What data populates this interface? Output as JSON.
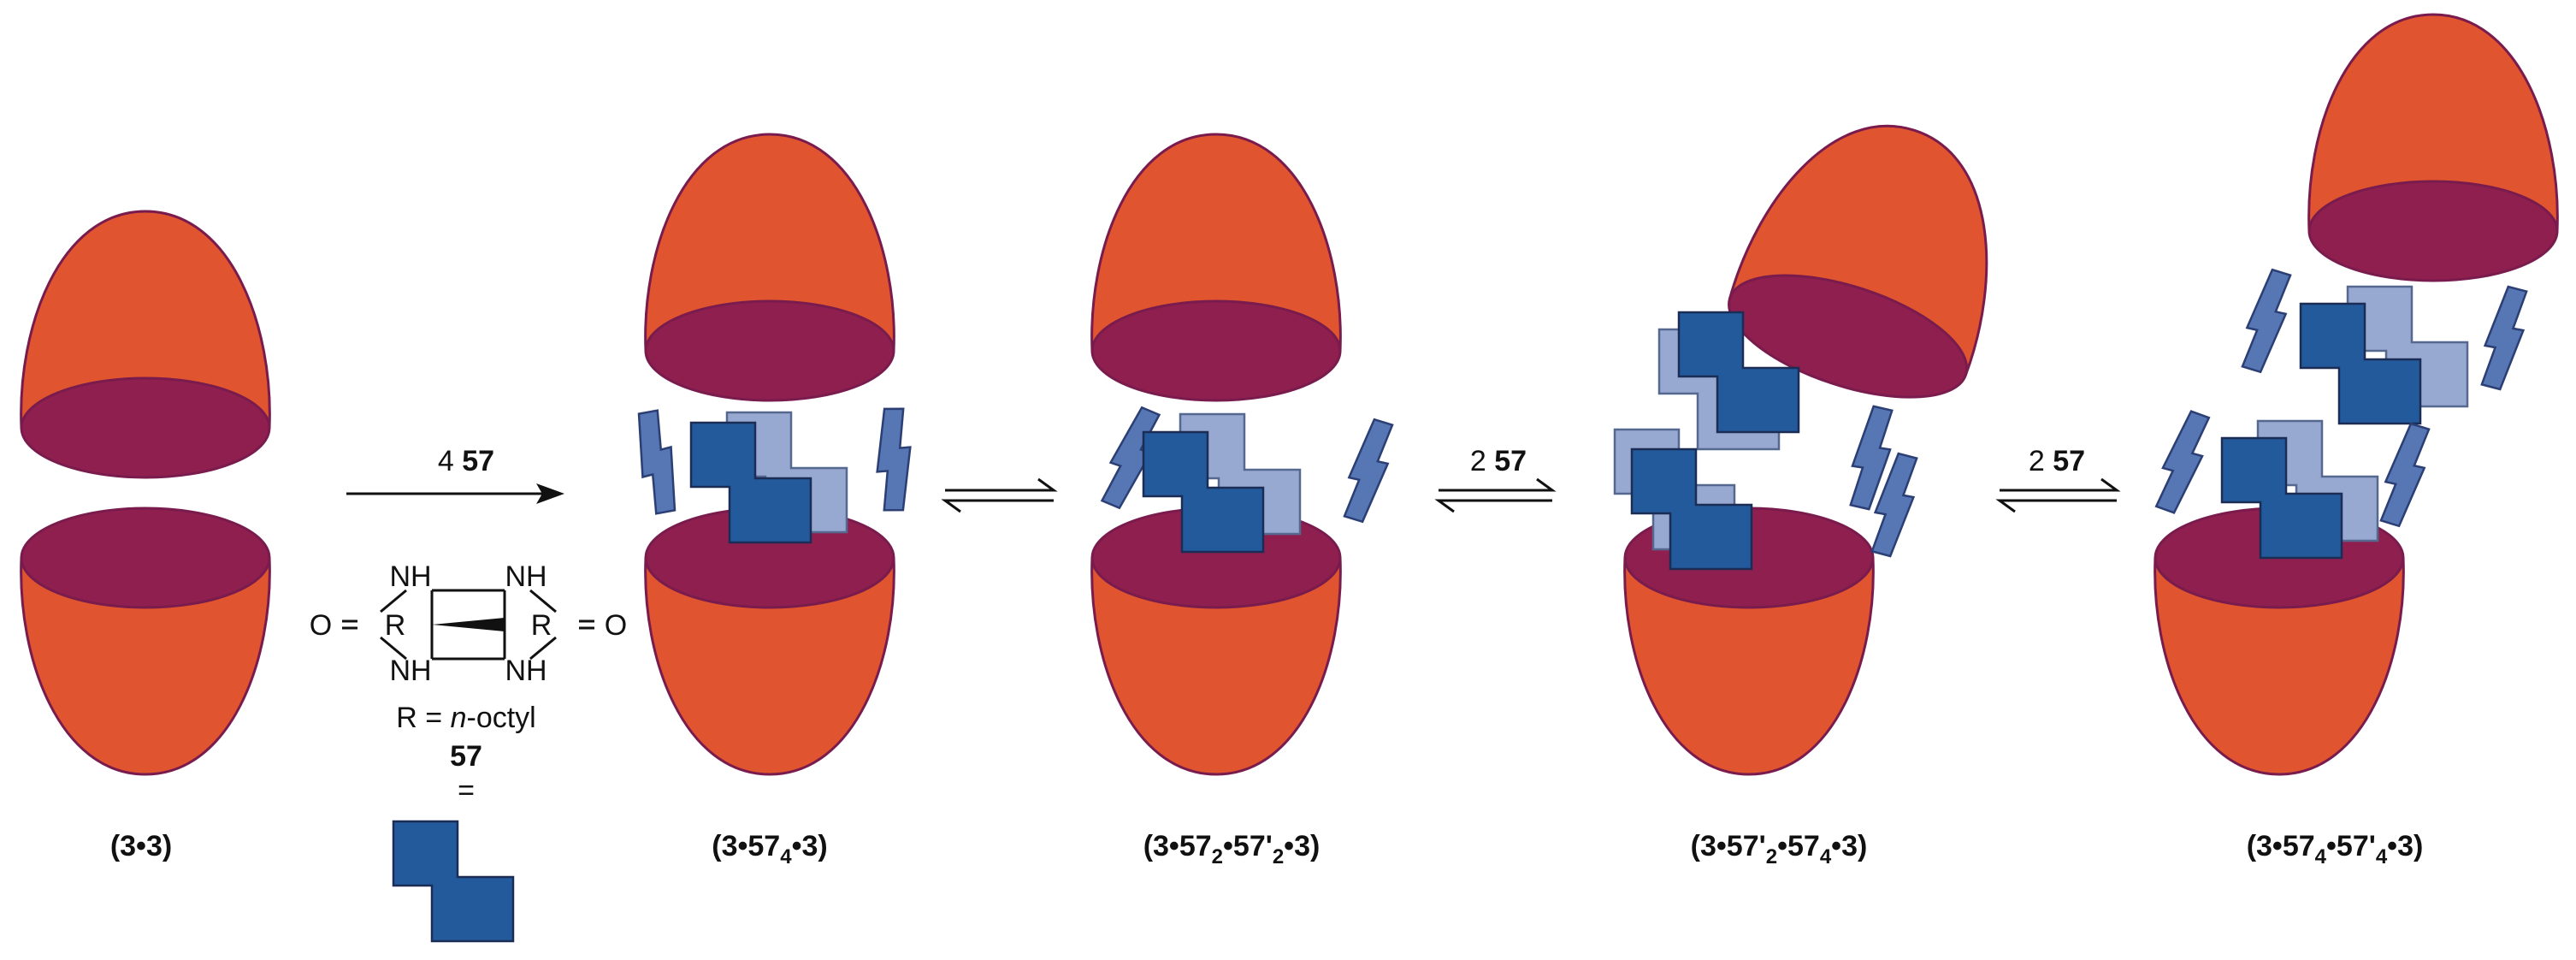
{
  "colors": {
    "shell_outer": "#E0552F",
    "shell_inner": "#8E1F4F",
    "shell_edge": "#7A1B4D",
    "block_dark": "#225A9C",
    "block_light": "#97A9D1",
    "block_edge": "#1B2D55",
    "arrow": "#111111"
  },
  "species": {
    "s1": "(3•3)",
    "s2": {
      "a": "(3•57",
      "b": "4",
      "c": "•3)"
    },
    "s3": {
      "a": "(3•57",
      "b": "2",
      "c": "•57'",
      "d": "2",
      "e": "•3)"
    },
    "s4": {
      "a": "(3•57'",
      "b": "2",
      "c": "•57",
      "d": "4",
      "e": "•3)"
    },
    "s5": {
      "a": "(3•57",
      "b": "4",
      "c": "•57'",
      "d": "4",
      "e": "•3)"
    }
  },
  "arrows": {
    "a1": {
      "coef": "4 ",
      "cmpd": "57"
    },
    "a3": {
      "coef": "2 ",
      "cmpd": "57"
    },
    "a4": {
      "coef": "2 ",
      "cmpd": "57"
    }
  },
  "glycoluril": {
    "nh": "NH",
    "o": "O",
    "r": "R",
    "r_eq": "R = ",
    "r_sub": "n",
    "r_rest": "-octyl",
    "cmpd": "57",
    "equals": "="
  },
  "icons": [
    "capsule-half-icon",
    "glycoluril-block-icon",
    "spacer-icon",
    "equilibrium-arrow-icon"
  ]
}
